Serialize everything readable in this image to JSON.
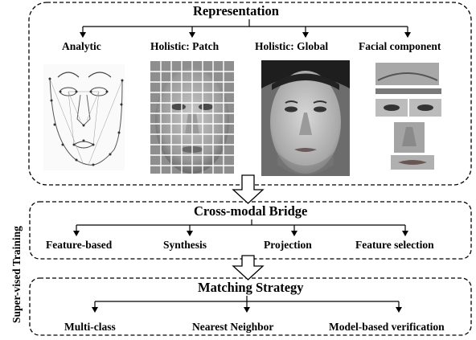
{
  "side_label": "Super-vised Training",
  "representation": {
    "title": "Representation",
    "items": [
      {
        "label": "Analytic"
      },
      {
        "label": "Holistic: Patch"
      },
      {
        "label": "Holistic: Global"
      },
      {
        "label": "Facial component"
      }
    ]
  },
  "bridge": {
    "title": "Cross-modal Bridge",
    "items": [
      {
        "label": "Feature-based"
      },
      {
        "label": "Synthesis"
      },
      {
        "label": "Projection"
      },
      {
        "label": "Feature selection"
      }
    ]
  },
  "matching": {
    "title": "Matching Strategy",
    "items": [
      {
        "label": "Multi-class"
      },
      {
        "label": "Nearest Neighbor"
      },
      {
        "label": "Model-based verification"
      }
    ]
  },
  "images": [
    "analytic-landmark-face",
    "patch-grid-face",
    "global-face-photo",
    "facial-component-crops"
  ]
}
